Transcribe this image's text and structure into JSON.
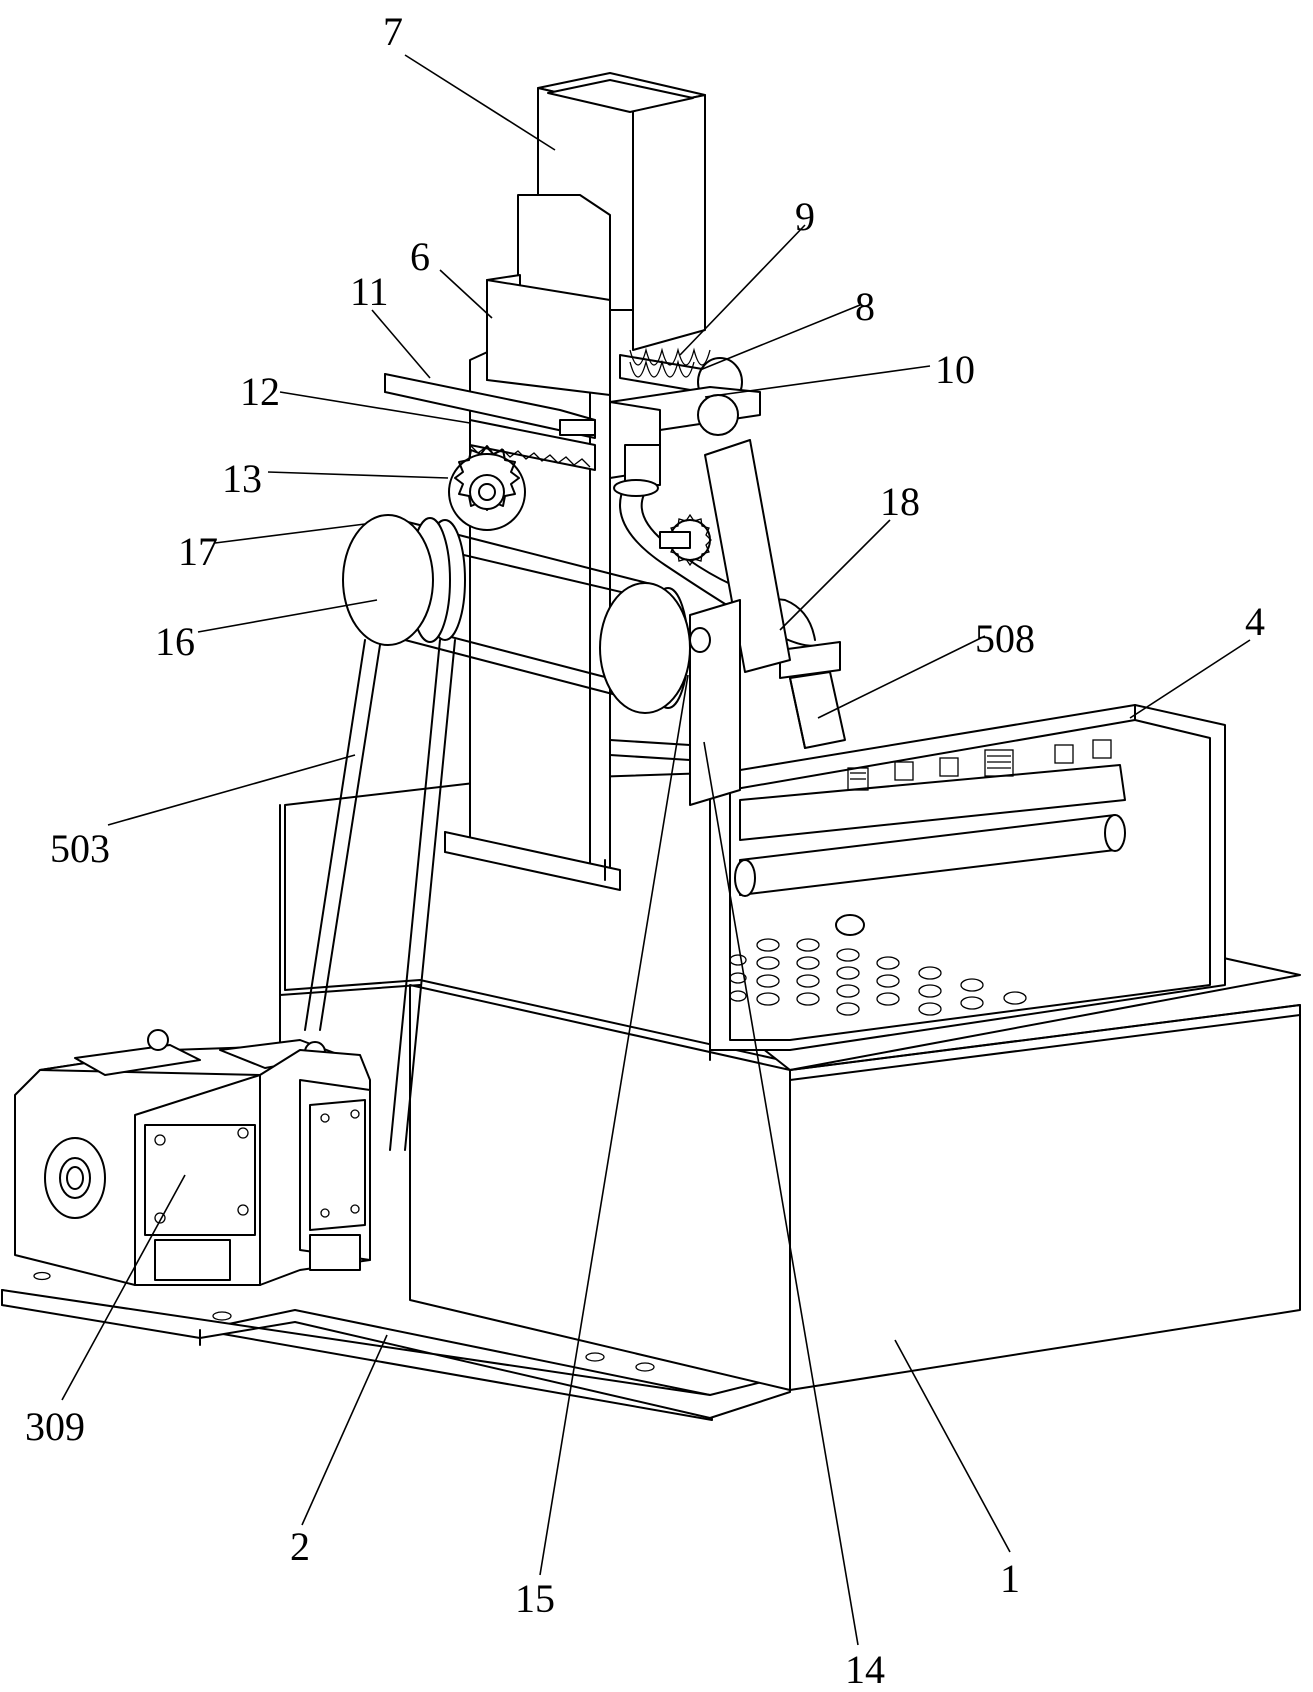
{
  "figure": {
    "labels": [
      {
        "id": "7",
        "text": "7"
      },
      {
        "id": "9",
        "text": "9"
      },
      {
        "id": "6",
        "text": "6"
      },
      {
        "id": "8",
        "text": "8"
      },
      {
        "id": "11",
        "text": "11"
      },
      {
        "id": "10",
        "text": "10"
      },
      {
        "id": "12",
        "text": "12"
      },
      {
        "id": "13",
        "text": "13"
      },
      {
        "id": "18",
        "text": "18"
      },
      {
        "id": "17",
        "text": "17"
      },
      {
        "id": "508",
        "text": "508"
      },
      {
        "id": "16",
        "text": "16"
      },
      {
        "id": "4",
        "text": "4"
      },
      {
        "id": "503",
        "text": "503"
      },
      {
        "id": "309",
        "text": "309"
      },
      {
        "id": "2",
        "text": "2"
      },
      {
        "id": "15",
        "text": "15"
      },
      {
        "id": "1",
        "text": "1"
      },
      {
        "id": "14",
        "text": "14"
      }
    ]
  }
}
